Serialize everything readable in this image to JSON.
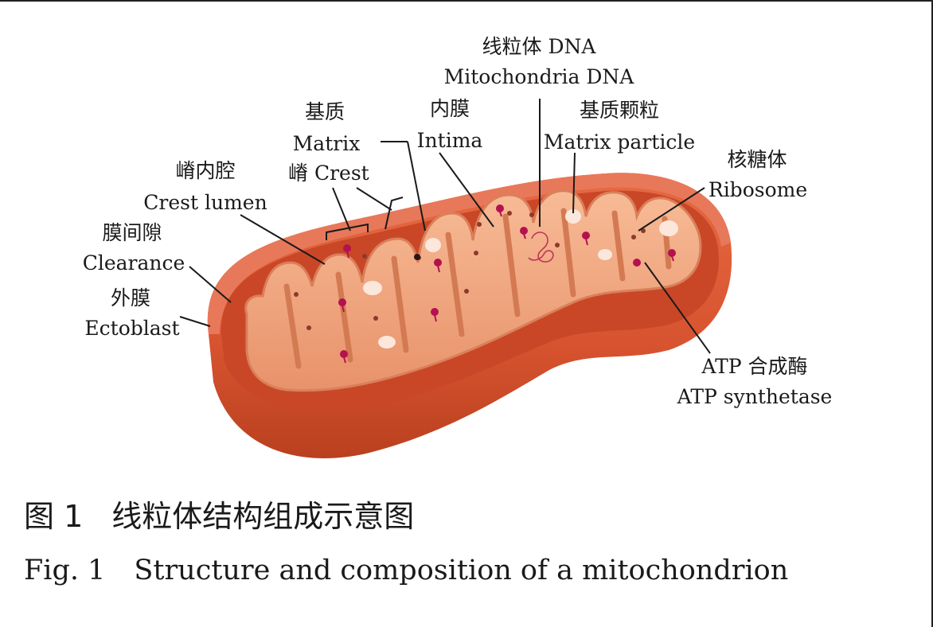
{
  "labels": {
    "mtdna_zh": "线粒体 DNA",
    "mtdna_en": "Mitochondria DNA",
    "matrix_zh": "基质",
    "matrix_en": "Matrix",
    "intima_zh": "内膜",
    "intima_en": "Intima",
    "particle_zh": "基质颗粒",
    "particle_en": "Matrix particle",
    "crest_zh": "嵴",
    "crest_en": "Crest",
    "crest_lumen_zh": "嵴内腔",
    "crest_lumen_en": "Crest lumen",
    "ribosome_zh": "核糖体",
    "ribosome_en": "Ribosome",
    "clearance_zh": "膜间隙",
    "clearance_en": "Clearance",
    "ectoblast_zh": "外膜",
    "ectoblast_en": "Ectoblast",
    "atp_zh": "ATP 合成酶",
    "atp_en": "ATP synthetase"
  },
  "caption": {
    "zh_number": "图 1",
    "zh_title": "线粒体结构组成示意图",
    "en_number": "Fig. 1",
    "en_title": "Structure and composition of a mitochondrion"
  },
  "colors": {
    "outer_membrane": "#d8532f",
    "outer_dark": "#b9401f",
    "intermembrane": "#c94727",
    "inner_fill": "#f1a57d",
    "inner_edge": "#d9805a",
    "particle": "#fbe7dc",
    "synthase": "#b3124f",
    "dot": "#8c3a2b"
  }
}
